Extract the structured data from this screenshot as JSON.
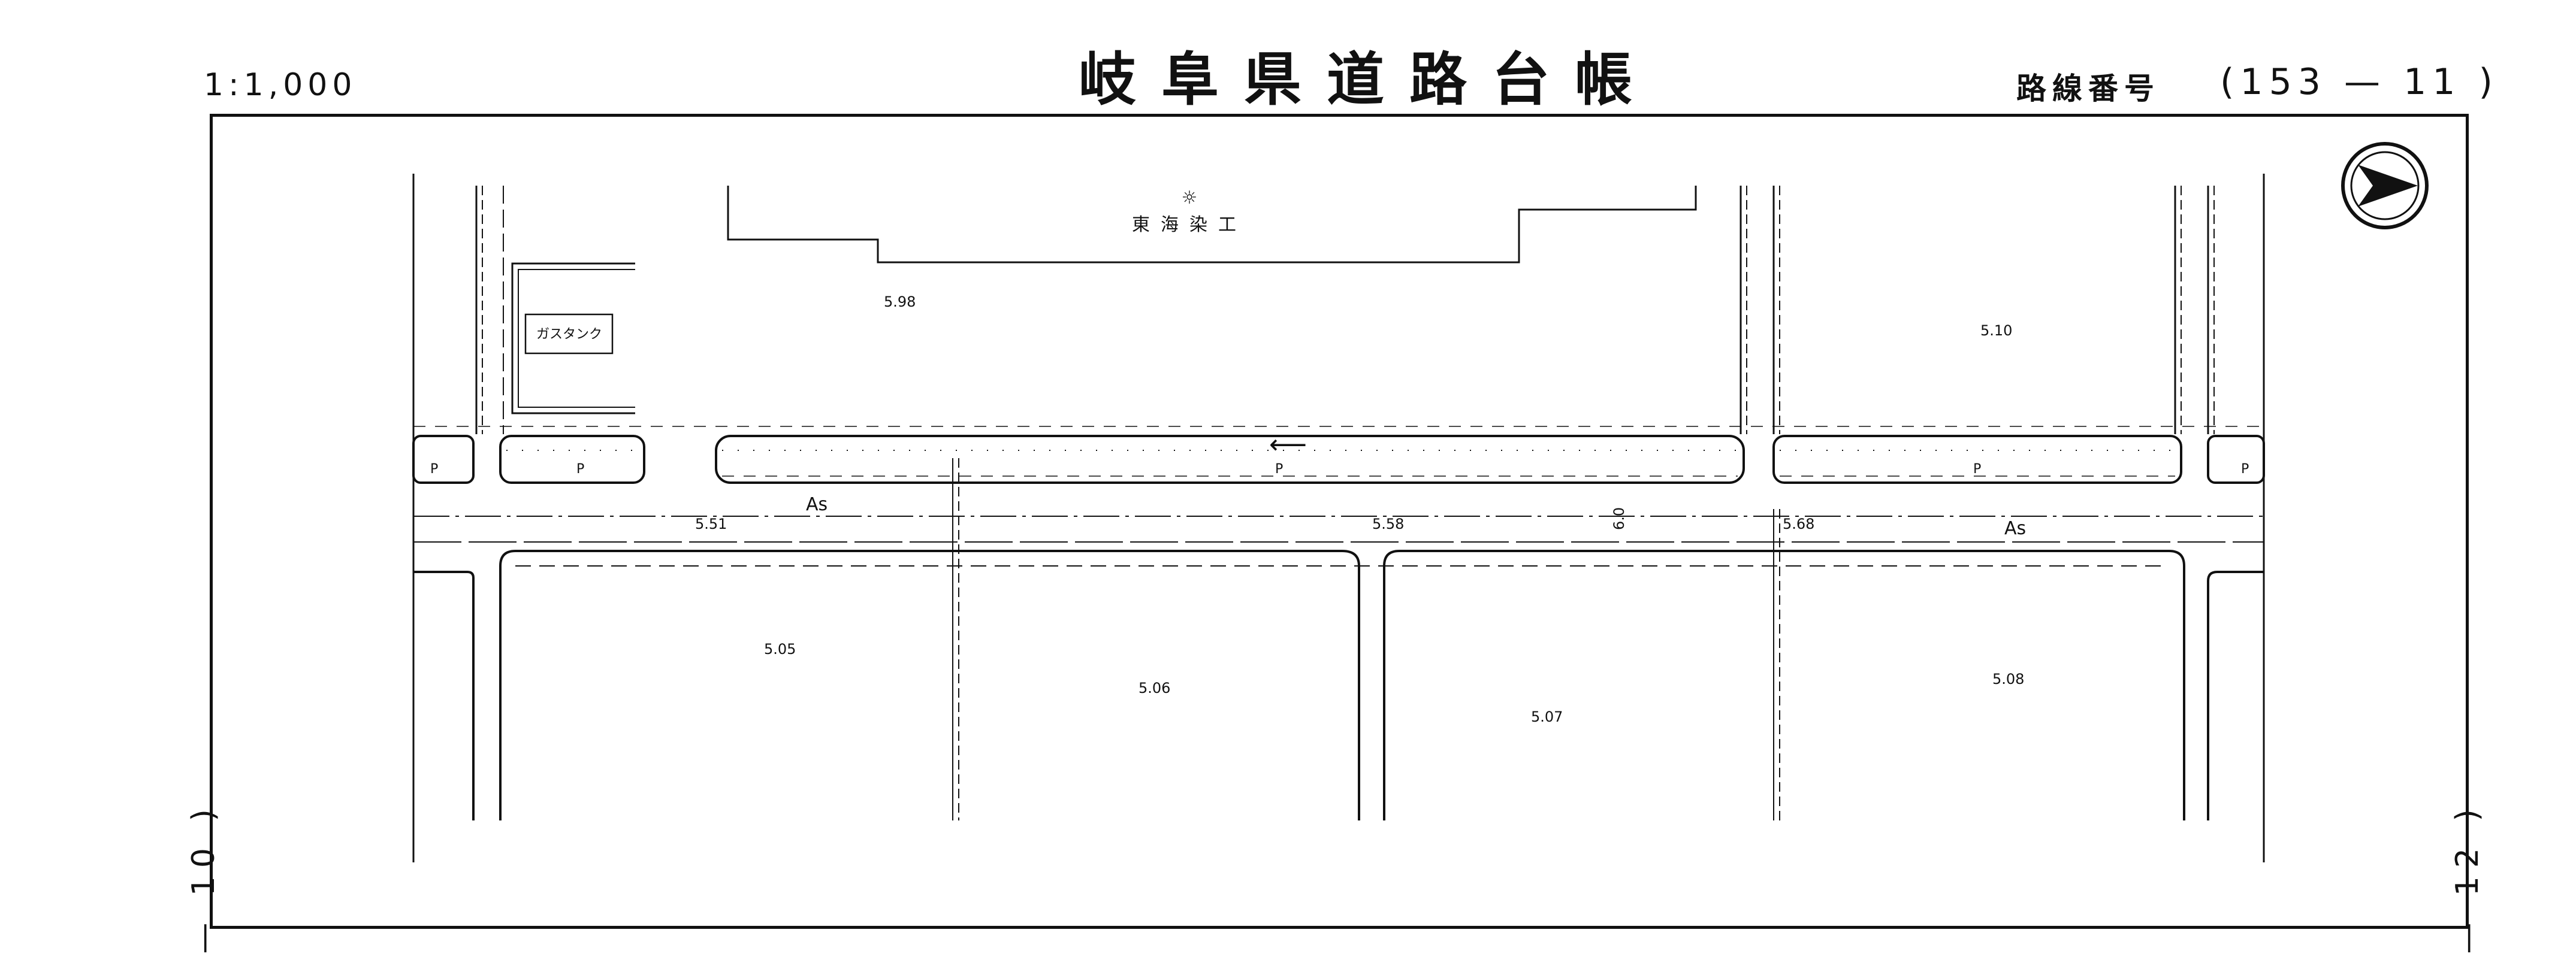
{
  "header": {
    "title": "岐阜県道路台帳",
    "scale": "1:1,000",
    "route_label": "路線番号",
    "route_number": "(153 — 11 )"
  },
  "margins": {
    "left_sheet": "— 10 )",
    "right_sheet": "— 12 )"
  },
  "map": {
    "factory_name": "東海染工",
    "gas_tank": "ガスタンク",
    "road_surface_1": "As",
    "road_surface_2": "As",
    "road_width": "6.0",
    "parking_mark": "P",
    "elevations": [
      "5.98",
      "5.10",
      "5.51",
      "5.58",
      "5.68",
      "5.05",
      "5.06",
      "5.07",
      "5.08"
    ]
  }
}
